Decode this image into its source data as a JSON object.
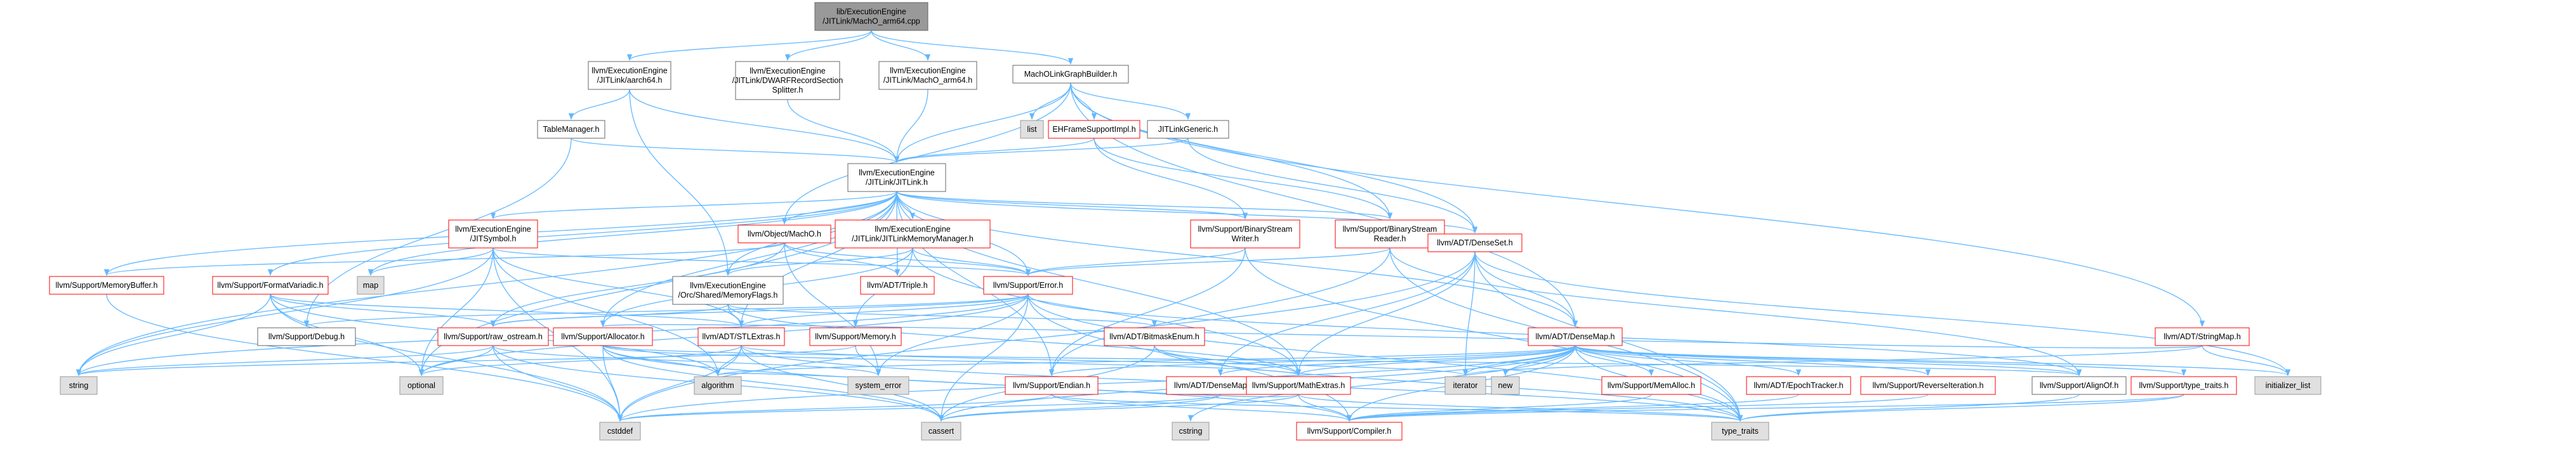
{
  "colors": {
    "edge": "#63b8ff",
    "root_fill": "#999999",
    "root_border": "#666666",
    "documented_fill": "#ffffff",
    "documented_border": "#666666",
    "highlight_border": "#ff0000",
    "external_fill": "#e0e0e0",
    "external_border": "#999999"
  },
  "nodes": [
    {
      "id": "root",
      "kind": "root",
      "lines": [
        "lib/ExecutionEngine",
        "/JITLink/MachO_arm64.cpp"
      ]
    },
    {
      "id": "aarch64",
      "kind": "doc",
      "lines": [
        "llvm/ExecutionEngine",
        "/JITLink/aarch64.h"
      ]
    },
    {
      "id": "dwarf",
      "kind": "doc",
      "lines": [
        "llvm/ExecutionEngine",
        "/JITLink/DWARFRecordSection",
        "Splitter.h"
      ]
    },
    {
      "id": "macho_arm64",
      "kind": "doc",
      "lines": [
        "llvm/ExecutionEngine",
        "/JITLink/MachO_arm64.h"
      ]
    },
    {
      "id": "machoLGB",
      "kind": "doc",
      "lines": [
        "MachOLinkGraphBuilder.h"
      ]
    },
    {
      "id": "tablemgr",
      "kind": "doc",
      "lines": [
        "TableManager.h"
      ]
    },
    {
      "id": "list",
      "kind": "ext",
      "lines": [
        "list"
      ]
    },
    {
      "id": "ehframe",
      "kind": "hl",
      "lines": [
        "EHFrameSupportImpl.h"
      ]
    },
    {
      "id": "jitlinkgeneric",
      "kind": "doc",
      "lines": [
        "JITLinkGeneric.h"
      ]
    },
    {
      "id": "jitlink",
      "kind": "doc",
      "lines": [
        "llvm/ExecutionEngine",
        "/JITLink/JITLink.h"
      ]
    },
    {
      "id": "jitsymbol",
      "kind": "hl",
      "lines": [
        "llvm/ExecutionEngine",
        "/JITSymbol.h"
      ]
    },
    {
      "id": "objmacho",
      "kind": "hl",
      "lines": [
        "llvm/Object/MachO.h"
      ]
    },
    {
      "id": "jitmem",
      "kind": "hl",
      "lines": [
        "llvm/ExecutionEngine",
        "/JITLink/JITLinkMemoryManager.h"
      ]
    },
    {
      "id": "bswriter",
      "kind": "hl",
      "lines": [
        "llvm/Support/BinaryStream",
        "Writer.h"
      ]
    },
    {
      "id": "bsreader",
      "kind": "hl",
      "lines": [
        "llvm/Support/BinaryStream",
        "Reader.h"
      ]
    },
    {
      "id": "stringmap",
      "kind": "hl",
      "lines": [
        "llvm/ADT/StringMap.h"
      ]
    },
    {
      "id": "map",
      "kind": "ext",
      "lines": [
        "map"
      ]
    },
    {
      "id": "memorybuffer",
      "kind": "hl",
      "lines": [
        "llvm/Support/MemoryBuffer.h"
      ]
    },
    {
      "id": "formatvariadic",
      "kind": "hl",
      "lines": [
        "llvm/Support/FormatVariadic.h"
      ]
    },
    {
      "id": "triple",
      "kind": "hl",
      "lines": [
        "llvm/ADT/Triple.h"
      ]
    },
    {
      "id": "error",
      "kind": "hl",
      "lines": [
        "llvm/Support/Error.h"
      ]
    },
    {
      "id": "densesetmod",
      "kind": "hl",
      "lines": [
        "llvm/ADT/DenseSet.h"
      ]
    },
    {
      "id": "orcmemflags",
      "kind": "doc",
      "lines": [
        "llvm/ExecutionEngine",
        "/Orc/Shared/MemoryFlags.h"
      ]
    },
    {
      "id": "debug",
      "kind": "doc",
      "lines": [
        "llvm/Support/Debug.h"
      ]
    },
    {
      "id": "rawostream",
      "kind": "hl",
      "lines": [
        "llvm/Support/raw_ostream.h"
      ]
    },
    {
      "id": "allocator",
      "kind": "hl",
      "lines": [
        "llvm/Support/Allocator.h"
      ]
    },
    {
      "id": "stlextras",
      "kind": "hl",
      "lines": [
        "llvm/ADT/STLExtras.h"
      ]
    },
    {
      "id": "memory",
      "kind": "hl",
      "lines": [
        "llvm/Support/Memory.h"
      ]
    },
    {
      "id": "bitmaskenum",
      "kind": "hl",
      "lines": [
        "llvm/ADT/BitmaskEnum.h"
      ]
    },
    {
      "id": "densemap",
      "kind": "hl",
      "lines": [
        "llvm/ADT/DenseMap.h"
      ]
    },
    {
      "id": "string",
      "kind": "ext",
      "lines": [
        "string"
      ]
    },
    {
      "id": "optional",
      "kind": "ext",
      "lines": [
        "optional"
      ]
    },
    {
      "id": "algorithm",
      "kind": "ext",
      "lines": [
        "algorithm"
      ]
    },
    {
      "id": "system_error",
      "kind": "ext",
      "lines": [
        "system_error"
      ]
    },
    {
      "id": "endian",
      "kind": "hl",
      "lines": [
        "llvm/Support/Endian.h"
      ]
    },
    {
      "id": "densemapinfo",
      "kind": "hl",
      "lines": [
        "llvm/ADT/DenseMapInfo.h"
      ]
    },
    {
      "id": "mathextras",
      "kind": "hl",
      "lines": [
        "llvm/Support/MathExtras.h"
      ]
    },
    {
      "id": "iterator",
      "kind": "ext",
      "lines": [
        "iterator"
      ]
    },
    {
      "id": "new",
      "kind": "ext",
      "lines": [
        "new"
      ]
    },
    {
      "id": "memalloc",
      "kind": "hl",
      "lines": [
        "llvm/Support/MemAlloc.h"
      ]
    },
    {
      "id": "epochtracker",
      "kind": "hl",
      "lines": [
        "llvm/ADT/EpochTracker.h"
      ]
    },
    {
      "id": "reverseiter",
      "kind": "hl",
      "lines": [
        "llvm/Support/ReverseIteration.h"
      ]
    },
    {
      "id": "alignof",
      "kind": "doc",
      "lines": [
        "llvm/Support/AlignOf.h"
      ]
    },
    {
      "id": "typetraitsh",
      "kind": "hl",
      "lines": [
        "llvm/Support/type_traits.h"
      ]
    },
    {
      "id": "initlist",
      "kind": "ext",
      "lines": [
        "initializer_list"
      ]
    },
    {
      "id": "cstddef",
      "kind": "ext",
      "lines": [
        "cstddef"
      ]
    },
    {
      "id": "cassert",
      "kind": "ext",
      "lines": [
        "cassert"
      ]
    },
    {
      "id": "cstring",
      "kind": "ext",
      "lines": [
        "cstring"
      ]
    },
    {
      "id": "compiler",
      "kind": "hl",
      "lines": [
        "llvm/Support/Compiler.h"
      ]
    },
    {
      "id": "type_traits",
      "kind": "ext",
      "lines": [
        "type_traits"
      ]
    }
  ],
  "edges": [
    [
      "root",
      "aarch64"
    ],
    [
      "root",
      "dwarf"
    ],
    [
      "root",
      "macho_arm64"
    ],
    [
      "root",
      "machoLGB"
    ],
    [
      "aarch64",
      "tablemgr"
    ],
    [
      "aarch64",
      "jitlink"
    ],
    [
      "aarch64",
      "orcmemflags"
    ],
    [
      "dwarf",
      "jitlink"
    ],
    [
      "macho_arm64",
      "jitlink"
    ],
    [
      "machoLGB",
      "list"
    ],
    [
      "machoLGB",
      "ehframe"
    ],
    [
      "machoLGB",
      "jitlinkgeneric"
    ],
    [
      "machoLGB",
      "jitlink"
    ],
    [
      "machoLGB",
      "objmacho"
    ],
    [
      "machoLGB",
      "stringmap"
    ],
    [
      "machoLGB",
      "densemap"
    ],
    [
      "machoLGB",
      "densesetmod"
    ],
    [
      "machoLGB",
      "bsreader"
    ],
    [
      "tablemgr",
      "jitlink"
    ],
    [
      "tablemgr",
      "debug"
    ],
    [
      "ehframe",
      "jitlink"
    ],
    [
      "ehframe",
      "bsreader"
    ],
    [
      "ehframe",
      "bswriter"
    ],
    [
      "jitlinkgeneric",
      "jitlink"
    ],
    [
      "jitlinkgeneric",
      "densesetmod"
    ],
    [
      "jitlink",
      "jitsymbol"
    ],
    [
      "jitlink",
      "objmacho"
    ],
    [
      "jitlink",
      "jitmem"
    ],
    [
      "jitlink",
      "bswriter"
    ],
    [
      "jitlink",
      "bsreader"
    ],
    [
      "jitlink",
      "map"
    ],
    [
      "jitlink",
      "memorybuffer"
    ],
    [
      "jitlink",
      "formatvariadic"
    ],
    [
      "jitlink",
      "triple"
    ],
    [
      "jitlink",
      "error"
    ],
    [
      "jitlink",
      "densesetmod"
    ],
    [
      "jitlink",
      "densemap"
    ],
    [
      "jitlink",
      "orcmemflags"
    ],
    [
      "jitlink",
      "allocator"
    ],
    [
      "jitlink",
      "endian"
    ],
    [
      "jitlink",
      "mathextras"
    ],
    [
      "jitlink",
      "string"
    ],
    [
      "jitlink",
      "optional"
    ],
    [
      "jitlink",
      "stlextras"
    ],
    [
      "jitsymbol",
      "error"
    ],
    [
      "jitsymbol",
      "map"
    ],
    [
      "jitsymbol",
      "string"
    ],
    [
      "jitsymbol",
      "optional"
    ],
    [
      "jitsymbol",
      "cstddef"
    ],
    [
      "jitsymbol",
      "stlextras"
    ],
    [
      "jitsymbol",
      "algorithm"
    ],
    [
      "objmacho",
      "triple"
    ],
    [
      "objmacho",
      "error"
    ],
    [
      "objmacho",
      "rawostream"
    ],
    [
      "objmacho",
      "system_error"
    ],
    [
      "objmacho",
      "memorybuffer"
    ],
    [
      "jitmem",
      "orcmemflags"
    ],
    [
      "jitmem",
      "error"
    ],
    [
      "jitmem",
      "memory"
    ],
    [
      "jitmem",
      "allocator"
    ],
    [
      "jitmem",
      "mathextras"
    ],
    [
      "bswriter",
      "error"
    ],
    [
      "bswriter",
      "endian"
    ],
    [
      "bswriter",
      "type_traits"
    ],
    [
      "bsreader",
      "error"
    ],
    [
      "bsreader",
      "endian"
    ],
    [
      "bsreader",
      "alignof"
    ],
    [
      "bsreader",
      "type_traits"
    ],
    [
      "stringmap",
      "initlist"
    ],
    [
      "stringmap",
      "iterator"
    ],
    [
      "stringmap",
      "allocator"
    ],
    [
      "memorybuffer",
      "cstddef"
    ],
    [
      "formatvariadic",
      "string"
    ],
    [
      "formatvariadic",
      "optional"
    ],
    [
      "formatvariadic",
      "stlextras"
    ],
    [
      "formatvariadic",
      "rawostream"
    ],
    [
      "formatvariadic",
      "algorithm"
    ],
    [
      "formatvariadic",
      "cstddef"
    ],
    [
      "error",
      "debug"
    ],
    [
      "error",
      "rawostream"
    ],
    [
      "error",
      "alignof"
    ],
    [
      "error",
      "compiler"
    ],
    [
      "error",
      "system_error"
    ],
    [
      "error",
      "string"
    ],
    [
      "error",
      "optional"
    ],
    [
      "error",
      "cassert"
    ],
    [
      "error",
      "type_traits"
    ],
    [
      "error",
      "stlextras"
    ],
    [
      "densesetmod",
      "densemap"
    ],
    [
      "densesetmod",
      "densemapinfo"
    ],
    [
      "densesetmod",
      "mathextras"
    ],
    [
      "densesetmod",
      "iterator"
    ],
    [
      "densesetmod",
      "initlist"
    ],
    [
      "densesetmod",
      "type_traits"
    ],
    [
      "densesetmod",
      "cstddef"
    ],
    [
      "orcmemflags",
      "bitmaskenum"
    ],
    [
      "orcmemflags",
      "rawostream"
    ],
    [
      "orcmemflags",
      "stlextras"
    ],
    [
      "orcmemflags",
      "mathextras"
    ],
    [
      "rawostream",
      "string"
    ],
    [
      "rawostream",
      "optional"
    ],
    [
      "rawostream",
      "system_error"
    ],
    [
      "rawostream",
      "cstddef"
    ],
    [
      "rawostream",
      "cassert"
    ],
    [
      "allocator",
      "alignof"
    ],
    [
      "allocator",
      "mathextras"
    ],
    [
      "allocator",
      "algorithm"
    ],
    [
      "allocator",
      "cstddef"
    ],
    [
      "allocator",
      "cassert"
    ],
    [
      "allocator",
      "compiler"
    ],
    [
      "stlextras",
      "algorithm"
    ],
    [
      "stlextras",
      "optional"
    ],
    [
      "stlextras",
      "iterator"
    ],
    [
      "stlextras",
      "cassert"
    ],
    [
      "stlextras",
      "cstddef"
    ],
    [
      "stlextras",
      "type_traits"
    ],
    [
      "memory",
      "system_error"
    ],
    [
      "memory",
      "string"
    ],
    [
      "bitmaskenum",
      "mathextras"
    ],
    [
      "bitmaskenum",
      "cassert"
    ],
    [
      "bitmaskenum",
      "type_traits"
    ],
    [
      "densemap",
      "densemapinfo"
    ],
    [
      "densemap",
      "epochtracker"
    ],
    [
      "densemap",
      "alignof"
    ],
    [
      "densemap",
      "compiler"
    ],
    [
      "densemap",
      "mathextras"
    ],
    [
      "densemap",
      "memalloc"
    ],
    [
      "densemap",
      "reverseiter"
    ],
    [
      "densemap",
      "typetraitsh"
    ],
    [
      "densemap",
      "algorithm"
    ],
    [
      "densemap",
      "cassert"
    ],
    [
      "densemap",
      "cstddef"
    ],
    [
      "densemap",
      "cstring"
    ],
    [
      "densemap",
      "initlist"
    ],
    [
      "densemap",
      "iterator"
    ],
    [
      "densemap",
      "new"
    ],
    [
      "densemap",
      "type_traits"
    ],
    [
      "densemap",
      "endian"
    ],
    [
      "endian",
      "compiler"
    ],
    [
      "endian",
      "cstddef"
    ],
    [
      "endian",
      "type_traits"
    ],
    [
      "densemapinfo",
      "cassert"
    ],
    [
      "densemapinfo",
      "cstddef"
    ],
    [
      "mathextras",
      "compiler"
    ],
    [
      "mathextras",
      "cassert"
    ],
    [
      "mathextras",
      "type_traits"
    ],
    [
      "mathextras",
      "algorithm"
    ],
    [
      "memalloc",
      "compiler"
    ],
    [
      "epochtracker",
      "compiler"
    ],
    [
      "reverseiter",
      "compiler"
    ],
    [
      "alignof",
      "type_traits"
    ],
    [
      "typetraitsh",
      "type_traits"
    ],
    [
      "typetraitsh",
      "compiler"
    ]
  ]
}
